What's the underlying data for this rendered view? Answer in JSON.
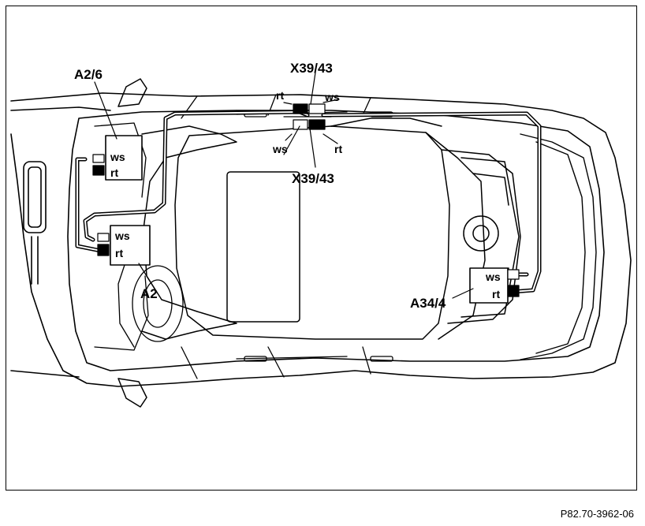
{
  "labels": {
    "a2_6": "A2/6",
    "a2": "A2",
    "a34_4": "A34/4",
    "x39_top": "X39/43",
    "x39_bottom": "X39/43",
    "ws": "ws",
    "rt": "rt"
  },
  "figure_number": "P82.70-3962-06"
}
